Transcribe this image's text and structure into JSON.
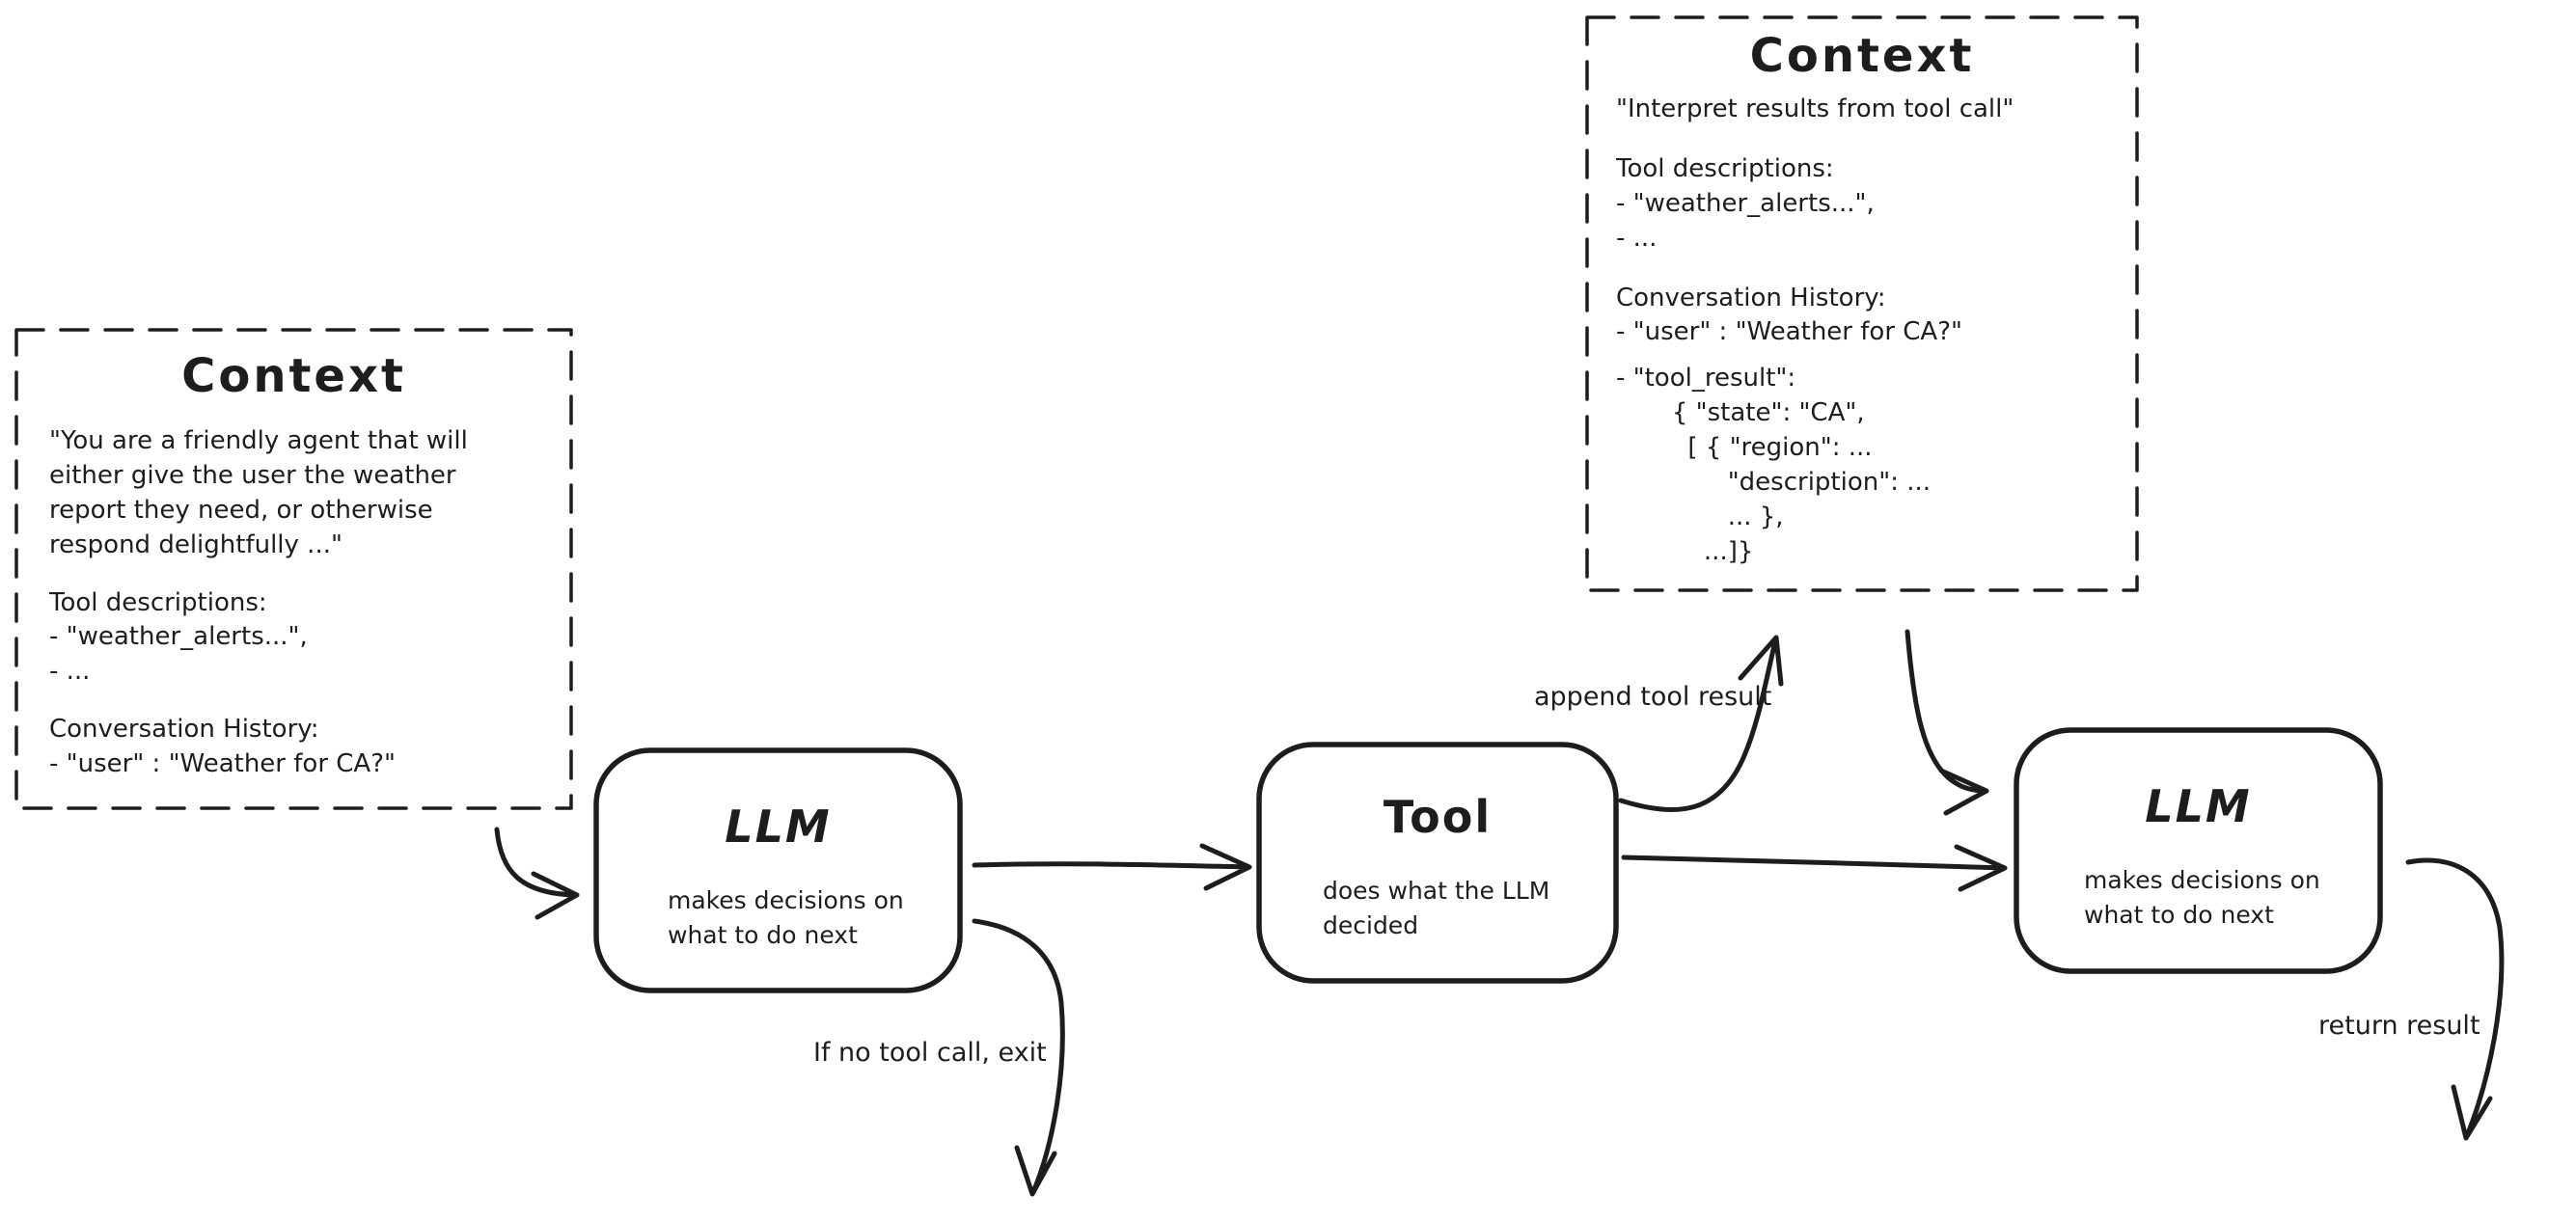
{
  "canvas": {
    "background": "#ffffff",
    "stroke_color": "#1d1d1d"
  },
  "context_left": {
    "title": "Context",
    "system_prompt": "\"You are a friendly agent that will\neither give the user the weather\nreport they need, or otherwise\nrespond delightfully ...\"",
    "tool_descriptions_heading": "Tool descriptions:",
    "tool_descriptions_list": "- \"weather_alerts...\",\n- ...",
    "conversation_heading": "Conversation History:",
    "conversation_list": "- \"user\" : \"Weather for CA?\""
  },
  "context_top": {
    "title": "Context",
    "instruction": "\"Interpret results from tool call\"",
    "tool_descriptions_heading": "Tool descriptions:",
    "tool_descriptions_list": "- \"weather_alerts...\",\n- ...",
    "conversation_heading": "Conversation History:",
    "conversation_user": "- \"user\" : \"Weather for CA?\"",
    "conversation_tool_result": "- \"tool_result\":\n       { \"state\": \"CA\",\n         [ { \"region\": ...\n              \"description\": ...\n              ... },\n           ...]}"
  },
  "nodes": {
    "llm1": {
      "title": "LLM",
      "subtitle": "makes decisions on\nwhat to do next"
    },
    "tool": {
      "title": "Tool",
      "subtitle": "does what the LLM\ndecided"
    },
    "llm2": {
      "title": "LLM",
      "subtitle": "makes decisions on\nwhat to do next"
    }
  },
  "edge_labels": {
    "append_tool_result": "append tool result",
    "if_no_tool_call_exit": "If no tool call, exit",
    "return_result": "return result"
  }
}
